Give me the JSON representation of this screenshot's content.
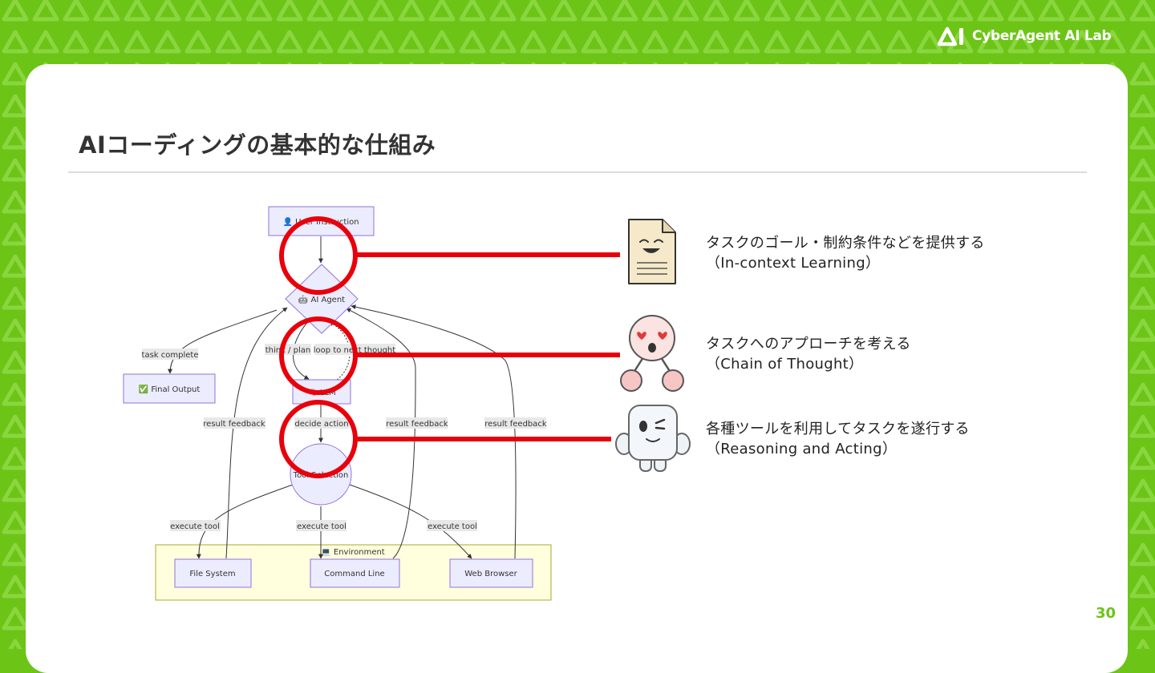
{
  "header": {
    "logo_text": "CyberAgent AI Lab"
  },
  "slide": {
    "title": "AIコーディングの基本的な仕組み",
    "page_number": "30"
  },
  "diagram": {
    "nodes": {
      "user_instruction": "👤 User Instruction",
      "ai_agent": "🤖 AI Agent",
      "final_output": "✅ Final Output",
      "llm": "🧠 LLM",
      "tool_selection": "Tool Selection",
      "environment": "💻 Environment",
      "file_system": "File System",
      "command_line": "Command Line",
      "web_browser": "Web Browser"
    },
    "edge_labels": {
      "task_complete": "task complete",
      "think_plan": "think / plan",
      "loop": "loop to next thought",
      "decide_action": "decide action",
      "result_feedback": "result feedback",
      "execute_tool": "execute tool"
    }
  },
  "annotations": [
    {
      "icon": "document-character-icon",
      "line1": "タスクのゴール・制約条件などを提供する",
      "line2": "（In-context Learning）"
    },
    {
      "icon": "heart-eyes-character-icon",
      "line1": "タスクへのアプローチを考える",
      "line2": "（Chain of Thought）"
    },
    {
      "icon": "cube-robot-character-icon",
      "line1": "各種ツールを利用してタスクを遂行する",
      "line2": "（Reasoning and Acting）"
    }
  ],
  "colors": {
    "brand_green": "#6cc417",
    "highlight_red": "#e8000b",
    "node_fill": "#ececff",
    "node_stroke": "#9370db",
    "env_fill": "#ffffde",
    "env_stroke": "#aaaa33"
  }
}
